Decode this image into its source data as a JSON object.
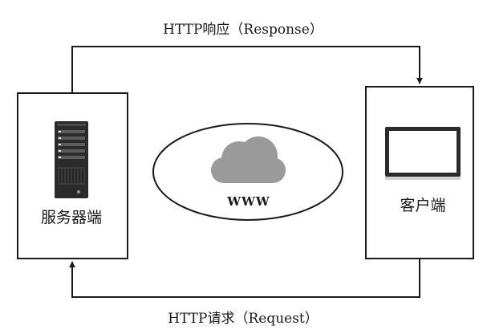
{
  "diagram": {
    "response_label": "HTTP响应（Response）",
    "request_label": "HTTP请求（Request）",
    "server_label": "服务器端",
    "client_label": "客户端",
    "cloud_label": "WWW"
  }
}
